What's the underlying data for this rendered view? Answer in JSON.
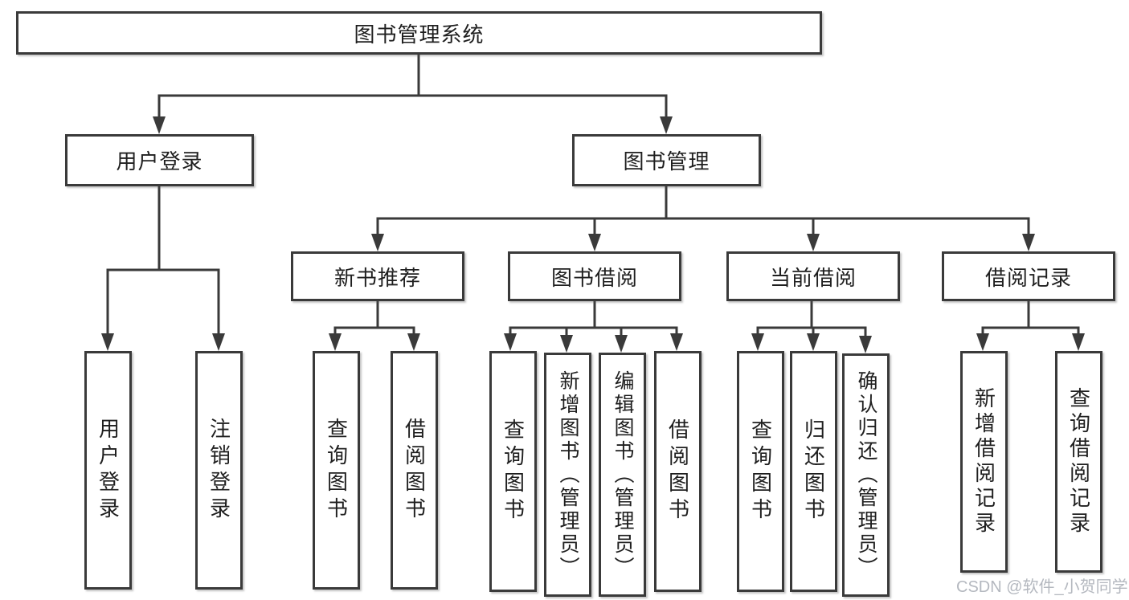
{
  "diagram": {
    "title": "图书管理系统",
    "tree": {
      "label": "图书管理系统",
      "children": [
        {
          "label": "用户登录",
          "children": [
            {
              "label": "用户登录"
            },
            {
              "label": "注销登录"
            }
          ]
        },
        {
          "label": "图书管理",
          "children": [
            {
              "label": "新书推荐",
              "children": [
                {
                  "label": "查询图书"
                },
                {
                  "label": "借阅图书"
                }
              ]
            },
            {
              "label": "图书借阅",
              "children": [
                {
                  "label": "查询图书"
                },
                {
                  "label": "新增图书（管理员）"
                },
                {
                  "label": "编辑图书（管理员）"
                },
                {
                  "label": "借阅图书"
                }
              ]
            },
            {
              "label": "当前借阅",
              "children": [
                {
                  "label": "查询图书"
                },
                {
                  "label": "归还图书"
                },
                {
                  "label": "确认归还（管理员）"
                }
              ]
            },
            {
              "label": "借阅记录",
              "children": [
                {
                  "label": "新增借阅记录"
                },
                {
                  "label": "查询借阅记录"
                }
              ]
            }
          ]
        }
      ]
    }
  },
  "watermark": {
    "text": "CSDN @软件_小贺同学"
  },
  "colors": {
    "line": "#3a3a3a",
    "box_border": "#3a3a3a",
    "text": "#1f1f1f",
    "watermark": "#b4b8bf",
    "background": "#ffffff"
  }
}
